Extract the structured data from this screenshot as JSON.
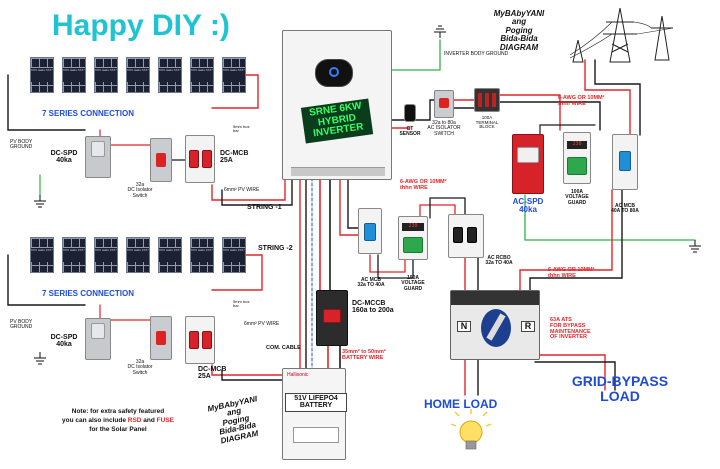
{
  "title": "Happy DIY :)",
  "watermark": {
    "line1": "MyBAbyYANI",
    "line2": "ang",
    "line3": "Poging",
    "line4": "Bida-Bida",
    "line5": "DIAGRAM"
  },
  "panel_text": "XXX watts\nXXX VOLA\nXXX XXXX",
  "array_top": {
    "label": "7 SERIES CONNECTION",
    "ground": "PV BODY\nGROUND",
    "spd": "DC-SPD\n40ka",
    "isolator": "32a\nDC Isolator\nSwitch",
    "mcb": "DC-MCB\n25A",
    "string": "STRING -1",
    "wire": "6mm² PV WIRE",
    "bar_label": "5mm bus\nbar"
  },
  "array_bottom": {
    "label": "7 SERIES CONNECTION",
    "ground": "PV BODY\nGROUND",
    "spd": "DC-SPD\n40ka",
    "isolator": "32a\nDC Isolator\nSwitch",
    "mcb": "DC-MCB\n25A",
    "string": "STRING -2",
    "wire": "6mm² PV WIRE",
    "bar_label": "5mm bus\nbar"
  },
  "inverter": {
    "label": "SRNE 6KW\nHYBRID\nINVERTER",
    "ground": "INVERTER BODY\nGROUND"
  },
  "ct": {
    "label": "CT\nSENSOR"
  },
  "ac_isolator": {
    "label": "32a to 80a\nAC ISOLATOR\nSWITCH"
  },
  "terminal": {
    "label": "100A\nTERMINAL\nBLOCK"
  },
  "grid_wire": "6-AWG OR 10MM²\nthhn WIRE",
  "ac_spd": {
    "label": "AC-SPD\n40ka"
  },
  "grid_guard": {
    "label": "100A\nVOLTAGE\nGUARD"
  },
  "grid_mcb": {
    "label": "AC MCB\n40A TO 80A"
  },
  "out_wire": "6-AWG OR 10MM²\nthhn WIRE",
  "ac_mcb": {
    "label": "AC MCB\n32a TO 40A"
  },
  "out_guard": {
    "label": "100A\nVOLTAGE\nGUARD"
  },
  "rcbo": {
    "label": "AC RCBO\n32a TO 40A"
  },
  "ats_wire": "6-AWG OR 10MM²\nthhn WIRE",
  "ats": {
    "label": "63A ATS\nFOR BYPASS\nMAINTENANCE\nOF INVERTER",
    "n": "N",
    "r": "R"
  },
  "com_cable": "COM. CABLE",
  "dc_mccb": {
    "label": "DC-MCCB\n160a to 200a"
  },
  "battery_wire": "35mm² to 50mm²\nBATTERY WIRE",
  "battery": {
    "label": "51V LIFEPO4\nBATTERY",
    "brand": "Hallisonic"
  },
  "home_load": "HOME LOAD",
  "grid_bypass": "GRID-BYPASS\nLOAD",
  "note": {
    "prefix": "Note: for extra safety featured\nyou can also include ",
    "rsd": "RSD",
    "and": " and ",
    "fuse": "FUSE",
    "suffix": "\nfor the Solar Panel"
  },
  "colors": {
    "title": "#1fc3d2",
    "inverter_text": "#33ff66",
    "inverter_bg": "#0a3d1c",
    "wire_red": "#e1262b",
    "wire_black": "#1a1a1a",
    "wire_green": "#2db34a",
    "accent_blue": "#1f4bd8",
    "highlight_red": "#e1262b"
  },
  "icons": [
    "power-tower-icon",
    "ground-icon",
    "light-bulb-icon",
    "solar-panel-icon"
  ]
}
